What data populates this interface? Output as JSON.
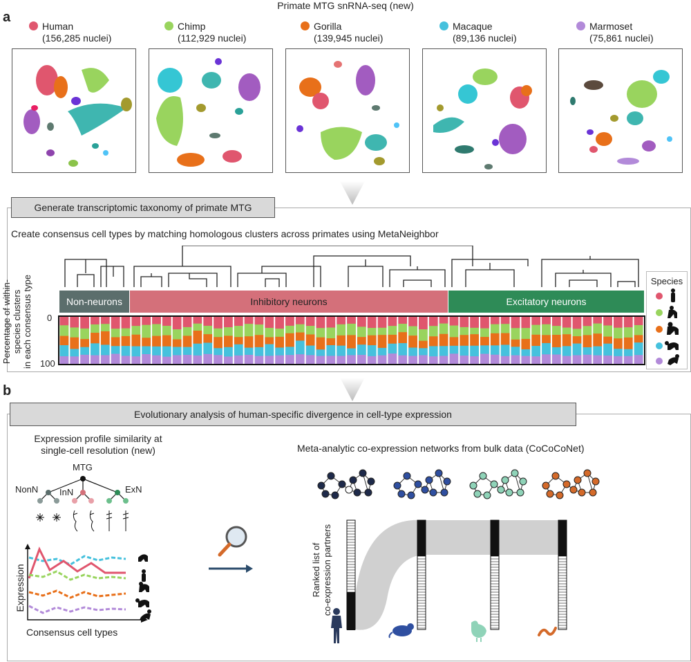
{
  "panel_a": {
    "letter": "a",
    "title": "Primate MTG snRNA-seq (new)",
    "species": [
      {
        "name": "Human",
        "count": "(156,285 nuclei)",
        "color": "#e0566e"
      },
      {
        "name": "Chimp",
        "count": "(112,929 nuclei)",
        "color": "#99d45e"
      },
      {
        "name": "Gorilla",
        "count": "(139,945 nuclei)",
        "color": "#e8701a"
      },
      {
        "name": "Macaque",
        "count": "(89,136 nuclei)",
        "color": "#46c1dd"
      },
      {
        "name": "Marmoset",
        "count": "(75,861 nuclei)",
        "color": "#b28ad9"
      }
    ],
    "banner": "Generate transcriptomic taxonomy of primate MTG",
    "subtitle": "Create consensus cell types by matching homologous clusters across primates using MetaNeighbor",
    "groups": [
      {
        "label": "Non-neurons",
        "color": "#5b6e6c"
      },
      {
        "label": "Inhibitory neurons",
        "color": "#d4707a"
      },
      {
        "label": "Excitatory neurons",
        "color": "#2e8b57"
      }
    ],
    "y_axis_label_line1": "Percentage of within-",
    "y_axis_label_line2": "species clusters",
    "y_axis_label_line3": "in each consensus type",
    "y_tick_top": "0",
    "y_tick_bottom": "100",
    "legend_title": "Species",
    "bar_count": 57
  },
  "panel_b": {
    "letter": "b",
    "banner": "Evolutionary analysis of human-specific divergence in cell-type expression",
    "left_title_line1": "Expression profile similarity at",
    "left_title_line2": "single-cell resolution (new)",
    "tree_root": "MTG",
    "tree_nonn": "NonN",
    "tree_inn": "InN",
    "tree_exn": "ExN",
    "y_axis": "Expression",
    "x_axis": "Consensus cell types",
    "right_title": "Meta-analytic co-expression networks from bulk data (CoCoCoNet)",
    "ranked_label_line1": "Ranked list of",
    "ranked_label_line2": "co-expression partners"
  }
}
